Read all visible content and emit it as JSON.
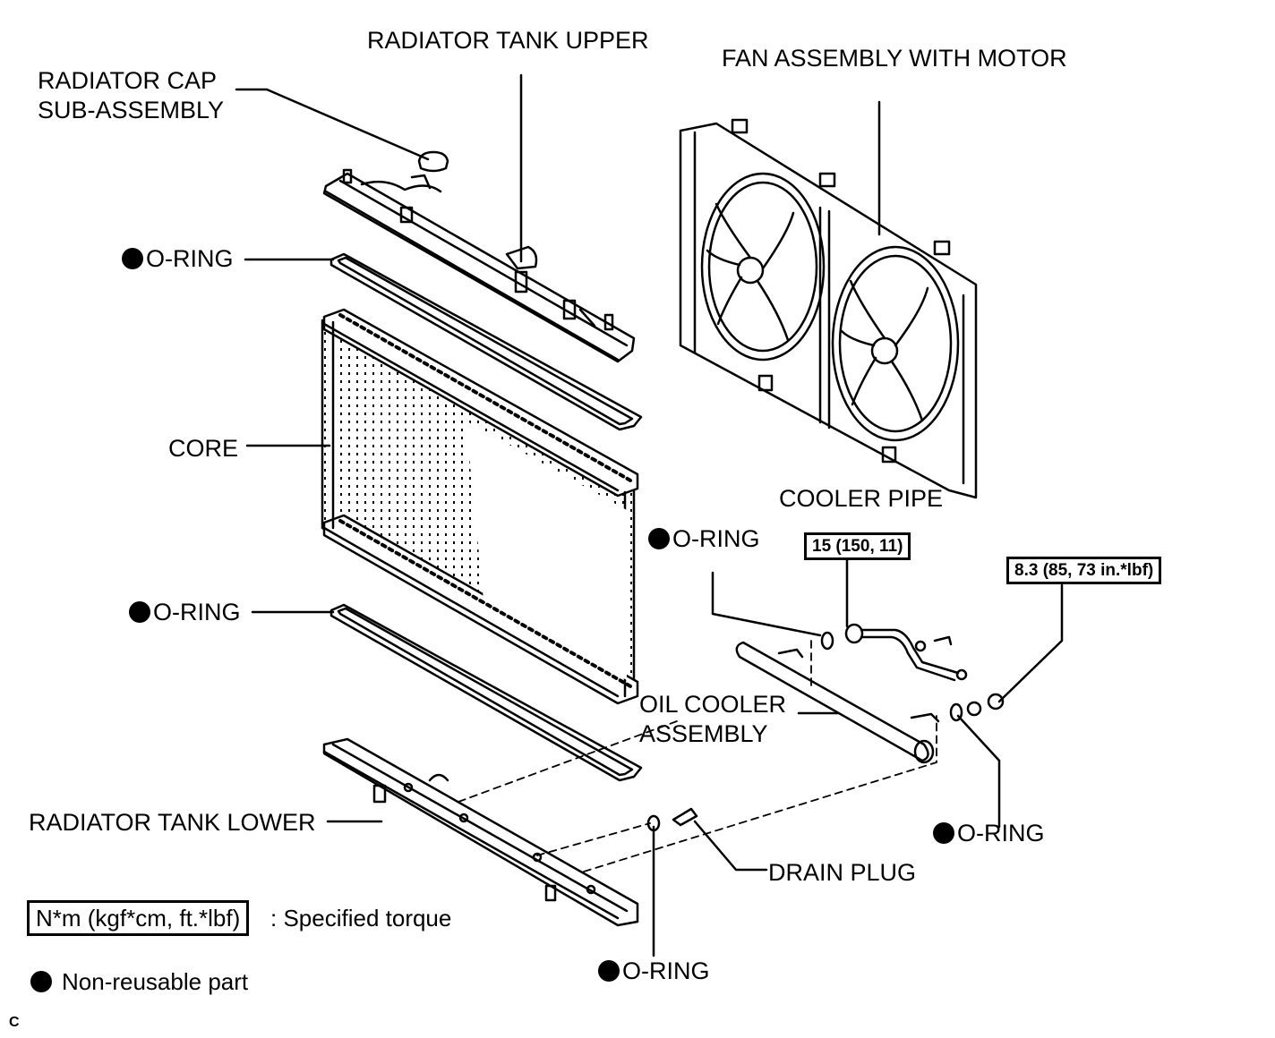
{
  "labels": {
    "radiator_cap": "RADIATOR CAP\nSUB-ASSEMBLY",
    "radiator_tank_upper": "RADIATOR TANK UPPER",
    "fan_assembly": "FAN ASSEMBLY WITH MOTOR",
    "o_ring": "O-RING",
    "core": "CORE",
    "cooler_pipe": "COOLER PIPE",
    "oil_cooler": "OIL COOLER\nASSEMBLY",
    "radiator_tank_lower": "RADIATOR TANK LOWER",
    "drain_plug": "DRAIN PLUG"
  },
  "torques": {
    "cooler_pipe": "15 (150, 11)",
    "union": "8.3 (85, 73 in.*lbf)"
  },
  "legend": {
    "torque_unit": "N*m (kgf*cm, ft.*lbf)",
    "torque_desc": ": Specified torque",
    "non_reusable": "Non-reusable part"
  },
  "corner_code": "C"
}
